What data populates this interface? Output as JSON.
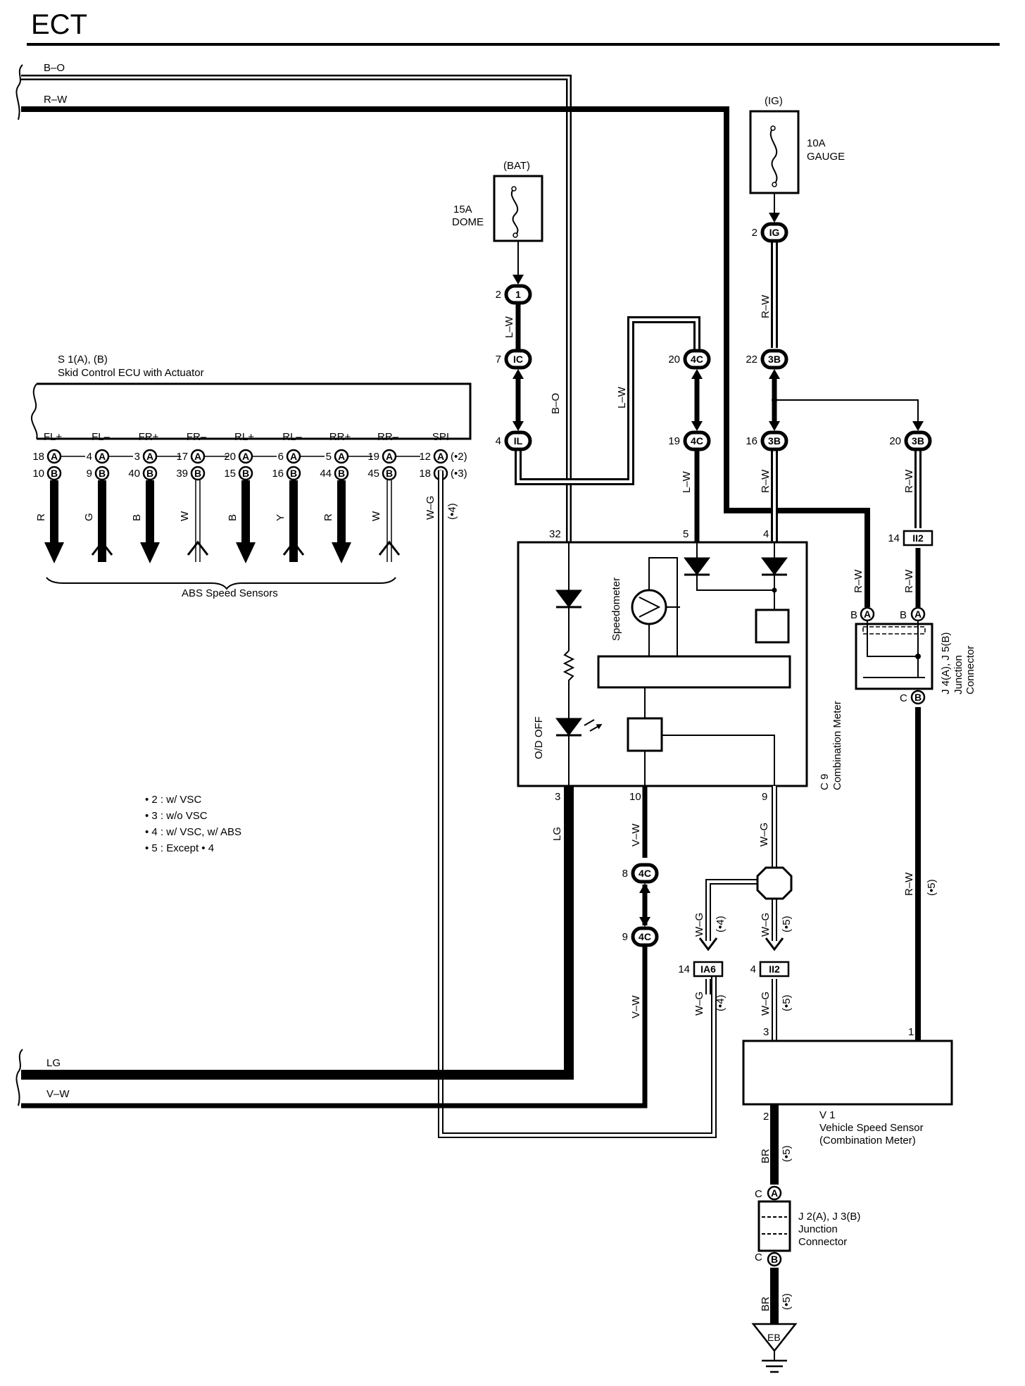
{
  "title": "ECT",
  "left_wires": {
    "bo": "B–O",
    "rw": "R–W",
    "lg": "LG",
    "vw": "V–W"
  },
  "fuses": {
    "dome": {
      "source": "(BAT)",
      "amp": "15A",
      "name": "DOME"
    },
    "gauge": {
      "source": "(IG)",
      "amp": "10A",
      "name": "GAUGE"
    }
  },
  "ecu": {
    "code": "S 1(A), (B)",
    "name": "Skid Control ECU with Actuator",
    "terminals": [
      {
        "label": "FL+",
        "pinA": "18",
        "pinB": "10",
        "color": "R",
        "dir": "out"
      },
      {
        "label": "FL–",
        "pinA": "4",
        "pinB": "9",
        "color": "G",
        "dir": "in"
      },
      {
        "label": "FR+",
        "pinA": "3",
        "pinB": "40",
        "color": "B",
        "dir": "out"
      },
      {
        "label": "FR–",
        "pinA": "17",
        "pinB": "39",
        "color": "W",
        "dir": "in"
      },
      {
        "label": "RL+",
        "pinA": "20",
        "pinB": "15",
        "color": "B",
        "dir": "out"
      },
      {
        "label": "RL–",
        "pinA": "6",
        "pinB": "16",
        "color": "Y",
        "dir": "in"
      },
      {
        "label": "RR+",
        "pinA": "5",
        "pinB": "44",
        "color": "R",
        "dir": "out"
      },
      {
        "label": "RR–",
        "pinA": "19",
        "pinB": "45",
        "color": "W",
        "dir": "in"
      }
    ],
    "spi": {
      "label": "SPI",
      "pinA": "12",
      "noteA": "(•2)",
      "pinB": "18",
      "noteB": "(•3)"
    },
    "spi_wire": "W–G",
    "spi_note": "(•4)",
    "sensors_label": "ABS Speed Sensors"
  },
  "legend": [
    "• 2 : w/ VSC",
    "• 3 : w/o VSC",
    "• 4 : w/ VSC,  w/ ABS",
    "• 5 : Except • 4"
  ],
  "connectors": {
    "c1": {
      "pin": "2",
      "id": "1"
    },
    "ic": {
      "pin": "7",
      "id": "IC"
    },
    "il": {
      "pin": "4",
      "id": "IL"
    },
    "c4c_top": {
      "pin": "20",
      "id": "4C"
    },
    "c4c_19": {
      "pin": "19",
      "id": "4C"
    },
    "ig": {
      "pin": "2",
      "id": "IG"
    },
    "c3b_22": {
      "pin": "22",
      "id": "3B"
    },
    "c3b_16": {
      "pin": "16",
      "id": "3B"
    },
    "c3b_20": {
      "pin": "20",
      "id": "3B"
    },
    "ii2_top": {
      "pin": "14",
      "id": "II2"
    },
    "c4c_8": {
      "pin": "8",
      "id": "4C"
    },
    "c4c_9": {
      "pin": "9",
      "id": "4C"
    },
    "ia6": {
      "pin": "14",
      "id": "IA6"
    },
    "ii2_low": {
      "pin": "4",
      "id": "II2"
    }
  },
  "wire_labels": {
    "lw_a": "L–W",
    "bo_v": "B–O",
    "lw_b": "L–W",
    "lw_c": "L–W",
    "rw_a": "R–W",
    "rw_b": "R–W",
    "rw_c": "R–W",
    "rw_d": "R–W",
    "rw_e": "R–W",
    "rw_f": "R–W",
    "rw_f_note": "(•5)",
    "lg": "LG",
    "vw_a": "V–W",
    "vw_b": "V–W",
    "wg_a": "W–G",
    "wg_b": "W–G",
    "wg_b_note": "(•4)",
    "wg_c": "W–G",
    "wg_c_note": "(•5)",
    "wg_d": "W–G",
    "wg_d_note": "(•4)",
    "wg_e": "W–G",
    "wg_e_note": "(•5)",
    "br_a": "BR",
    "br_a_note": "(•5)",
    "br_b": "BR",
    "br_b_note": "(•5)"
  },
  "meter": {
    "pins": {
      "p32": "32",
      "p5": "5",
      "p4": "4",
      "p3": "3",
      "p10": "10",
      "p9": "9"
    },
    "speedometer": "Speedometer",
    "od_off": "O/D OFF",
    "code": "C 9",
    "name": "Combination Meter"
  },
  "junction_j4": {
    "code": "J 4(A), J 5(B)",
    "name1": "Junction",
    "name2": "Connector",
    "labels": {
      "b1": "B",
      "a1": "A",
      "b2": "B",
      "a2": "A",
      "c": "C",
      "bb": "B"
    }
  },
  "sensor_v1": {
    "code": "V 1",
    "name": "Vehicle Speed Sensor",
    "sub": "(Combination Meter)",
    "pins": {
      "p3": "3",
      "p1": "1",
      "p2": "2"
    }
  },
  "junction_j2": {
    "code": "J 2(A), J 3(B)",
    "name1": "Junction",
    "name2": "Connector",
    "labels": {
      "c1": "C",
      "a": "A",
      "c2": "C",
      "b": "B"
    }
  },
  "ground": "EB"
}
